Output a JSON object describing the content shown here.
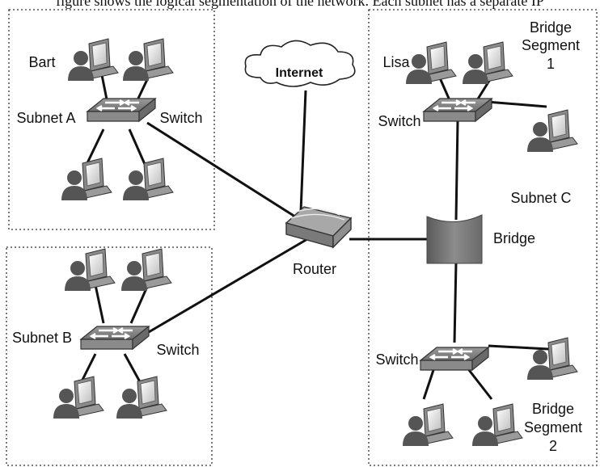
{
  "top_caption": "figure shows the logical segmentation of the network. Each subnet has a separate IP",
  "internet_label": "Internet",
  "router_label": "Router",
  "bridge_label": "Bridge",
  "subnet_a": {
    "name": "Subnet A",
    "switch_label": "Switch",
    "user_label": "Bart"
  },
  "subnet_b": {
    "name": "Subnet B",
    "switch_label": "Switch"
  },
  "subnet_c": {
    "name": "Subnet C",
    "user_label": "Lisa",
    "segment_1": {
      "title_line1": "Bridge",
      "title_line2": "Segment",
      "title_line3": "1",
      "switch_label": "Switch"
    },
    "segment_2": {
      "title_line1": "Bridge",
      "title_line2": "Segment",
      "title_line3": "2",
      "switch_label": "Switch"
    }
  },
  "icons": {
    "workstation": "workstation-icon",
    "switch": "switch-icon",
    "router": "router-icon",
    "bridge": "bridge-icon",
    "cloud": "cloud-icon"
  }
}
